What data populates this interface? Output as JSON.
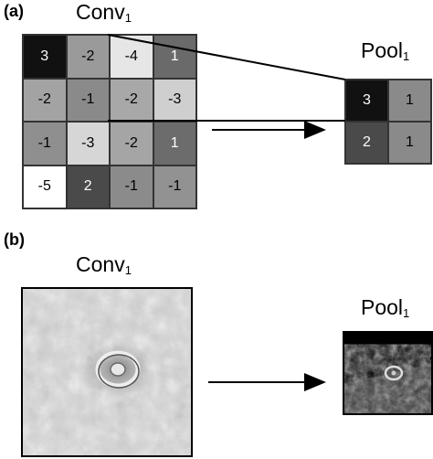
{
  "panel_a": {
    "label": "(a)",
    "conv_title": "Conv",
    "conv_sub": "1",
    "pool_title": "Pool",
    "pool_sub": "1",
    "conv_grid": [
      [
        "3",
        "-2",
        "-4",
        "1"
      ],
      [
        "-2",
        "-1",
        "-2",
        "-3"
      ],
      [
        "-1",
        "-3",
        "-2",
        "1"
      ],
      [
        "-5",
        "2",
        "-1",
        "-1"
      ]
    ],
    "conv_colors": [
      [
        "#111111",
        "#9a9a9a",
        "#e6e6e6",
        "#6a6a6a"
      ],
      [
        "#a3a3a3",
        "#8a8a8a",
        "#a8a8a8",
        "#cfcfcf"
      ],
      [
        "#8f8f8f",
        "#d6d6d6",
        "#a5a5a5",
        "#6c6c6c"
      ],
      [
        "#ffffff",
        "#4a4a4a",
        "#8b8b8b",
        "#929292"
      ]
    ],
    "conv_text_colors": [
      [
        "#ffffff",
        "#000000",
        "#000000",
        "#ffffff"
      ],
      [
        "#000000",
        "#000000",
        "#000000",
        "#000000"
      ],
      [
        "#000000",
        "#000000",
        "#000000",
        "#ffffff"
      ],
      [
        "#000000",
        "#ffffff",
        "#000000",
        "#000000"
      ]
    ],
    "pool_grid": [
      [
        "3",
        "1"
      ],
      [
        "2",
        "1"
      ]
    ],
    "pool_colors": [
      [
        "#111111",
        "#8a8a8a"
      ],
      [
        "#4a4a4a",
        "#8a8a8a"
      ]
    ],
    "pool_text_colors": [
      [
        "#ffffff",
        "#000000"
      ],
      [
        "#ffffff",
        "#000000"
      ]
    ]
  },
  "panel_b": {
    "label": "(b)",
    "conv_title": "Conv",
    "conv_sub": "1",
    "pool_title": "Pool",
    "pool_sub": "1"
  }
}
